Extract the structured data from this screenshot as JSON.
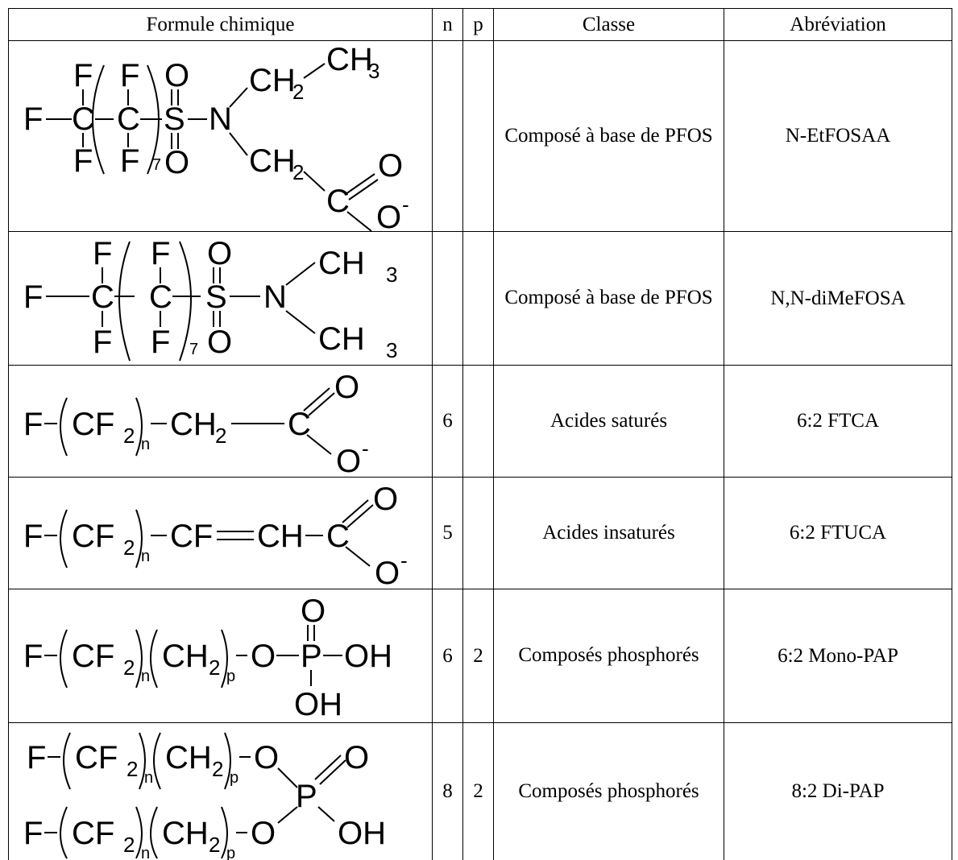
{
  "headers": {
    "formula": "Formule chimique",
    "n": "n",
    "p": "p",
    "class": "Classe",
    "abbreviation": "Abréviation"
  },
  "rows": [
    {
      "n": "",
      "p": "",
      "class": "Composé à base de PFOS",
      "abbreviation": "N-EtFOSAA"
    },
    {
      "n": "",
      "p": "",
      "class": "Composé à base de PFOS",
      "abbreviation": "N,N-diMeFOSA"
    },
    {
      "n": "6",
      "p": "",
      "class": "Acides saturés",
      "abbreviation": "6:2 FTCA"
    },
    {
      "n": "5",
      "p": "",
      "class": "Acides insaturés",
      "abbreviation": "6:2 FTUCA"
    },
    {
      "n": "6",
      "p": "2",
      "class": "Composés phosphorés",
      "abbreviation": "6:2 Mono-PAP"
    },
    {
      "n": "8",
      "p": "2",
      "class": "Composés phosphorés",
      "abbreviation": "8:2 Di-PAP"
    }
  ],
  "glyphs": {
    "F": "F",
    "C": "C",
    "S": "S",
    "N": "N",
    "O": "O",
    "P": "P",
    "OH": "OH",
    "CH": "CH",
    "CF": "CF",
    "CH2": "CH",
    "CF2": "CF",
    "CH3": "CH",
    "two": "2",
    "three": "3",
    "seven": "7",
    "n": "n",
    "p": "p",
    "minus": "-"
  }
}
